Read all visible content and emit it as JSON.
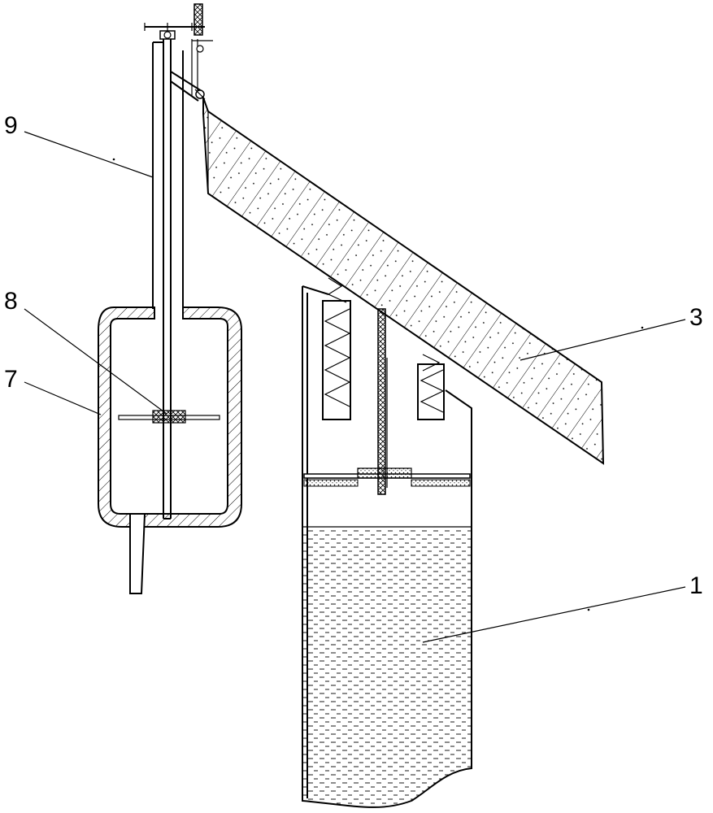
{
  "labels": {
    "l9": "9",
    "l8": "8",
    "l7": "7",
    "l3": "3",
    "l1": "1"
  },
  "colors": {
    "stroke": "#000000",
    "background": "#ffffff"
  }
}
